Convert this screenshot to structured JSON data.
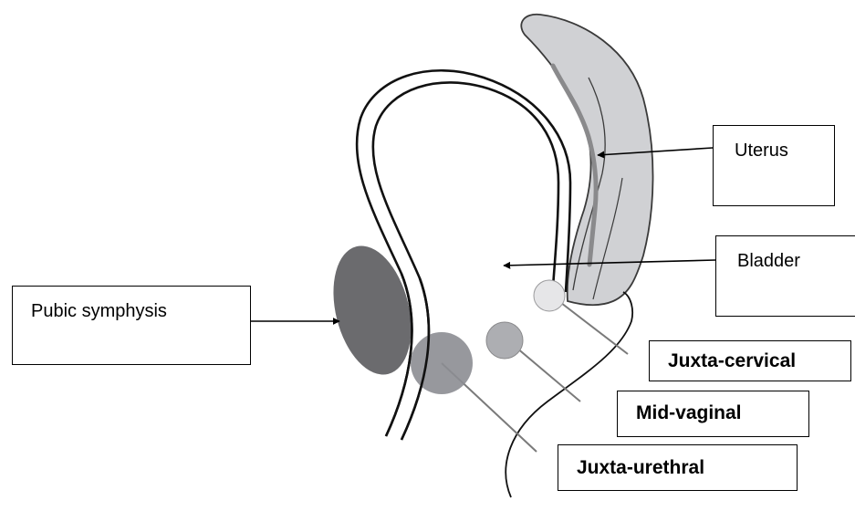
{
  "labels": {
    "uterus": "Uterus",
    "bladder": "Bladder",
    "pubic_symphysis": "Pubic symphysis",
    "juxta_cervical": "Juxta-cervical",
    "mid_vaginal": "Mid-vaginal",
    "juxta_urethral": "Juxta-urethral"
  },
  "colors": {
    "pubic_bone": "#6b6b6e",
    "uterus_fill": "#d0d1d4",
    "uterus_stroke": "#3a3a3a",
    "uterus_canal": "#8a8a8c",
    "outline": "#111111",
    "probe_line": "#7a7a7a",
    "circle_juxta_urethral": "#8c8d92",
    "circle_mid_vaginal": "#adaeb2",
    "circle_juxta_cervical": "#e6e6e8"
  }
}
